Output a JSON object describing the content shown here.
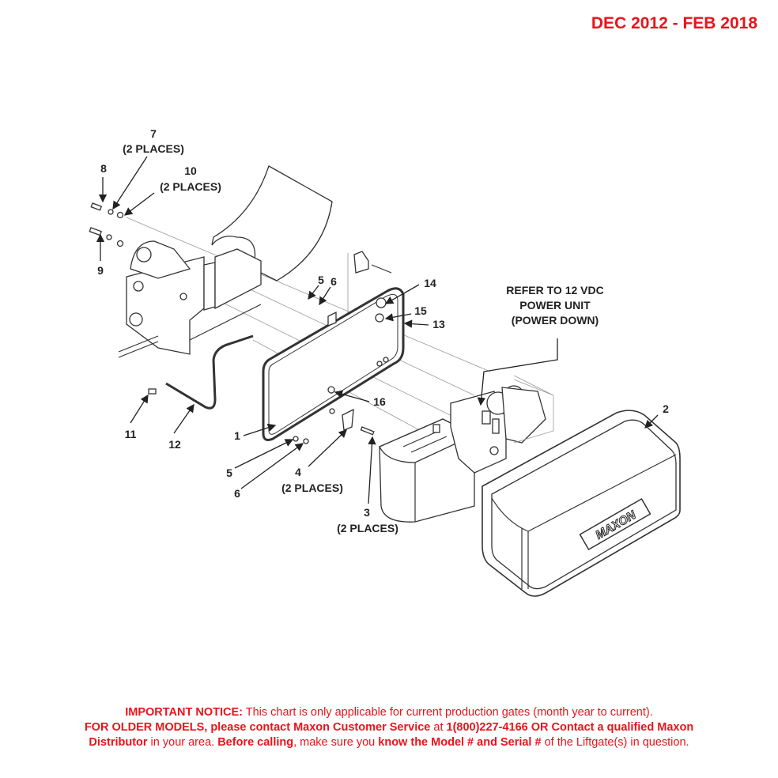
{
  "header": {
    "date_range": "DEC 2012 - FEB 2018"
  },
  "callouts": {
    "c7": "7",
    "c7_note": "(2 PLACES)",
    "c8": "8",
    "c10": "10",
    "c10_note": "(2 PLACES)",
    "c9": "9",
    "c5a": "5",
    "c6a": "6",
    "c14": "14",
    "c15": "15",
    "c13": "13",
    "c16": "16",
    "c2": "2",
    "c1": "1",
    "c11": "11",
    "c12": "12",
    "c5b": "5",
    "c6b": "6",
    "c4": "4",
    "c4_note": "(2 PLACES)",
    "c3": "3",
    "c3_note": "(2 PLACES)",
    "refer_line1": "REFER TO 12 VDC",
    "refer_line2": "POWER UNIT",
    "refer_line3": "(POWER DOWN)"
  },
  "cover_logo": "MAXON",
  "notice": {
    "l1_bold": "IMPORTANT NOTICE:",
    "l1_text": " This chart is only applicable for current production gates (month year to current).",
    "l2_bold1": "FOR OLDER MODELS, please contact Maxon Customer Service",
    "l2_text1": " at ",
    "l2_bold2": "1(800)227-4166 OR Contact a qualified Maxon",
    "l3_bold1": "Distributor",
    "l3_text1": " in your area. ",
    "l3_bold2": "Before calling",
    "l3_text2": ", make sure you ",
    "l3_bold3": "know the Model # and Serial #",
    "l3_text3": " of the Liftgate(s) in question."
  },
  "colors": {
    "notice": "#e8141b",
    "line": "#333333"
  }
}
